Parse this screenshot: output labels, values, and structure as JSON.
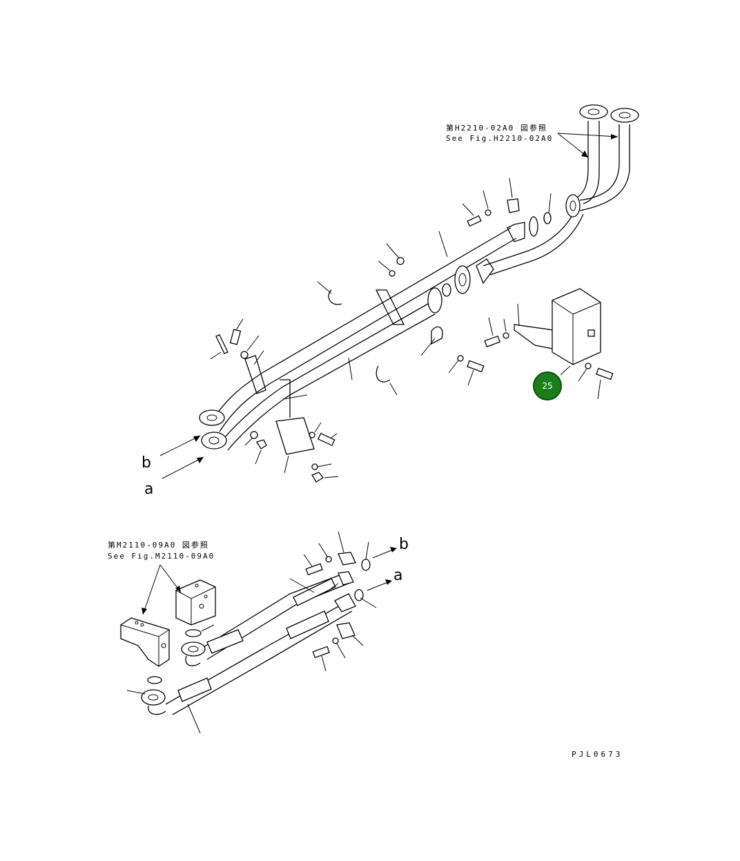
{
  "references": {
    "upper": {
      "jp": "第H2210-02A0 図参照",
      "en": "See Fig.H2210-02A0"
    },
    "lower": {
      "jp": "第M2110-09A0 図参照",
      "en": "See Fig.M2110-09A0"
    }
  },
  "connection_labels": {
    "upper_b": "b",
    "upper_a": "a",
    "lower_b": "b",
    "lower_a": "a"
  },
  "callout": {
    "number": "25",
    "color": "#1a7f1a"
  },
  "drawing_code": "PJL0673"
}
